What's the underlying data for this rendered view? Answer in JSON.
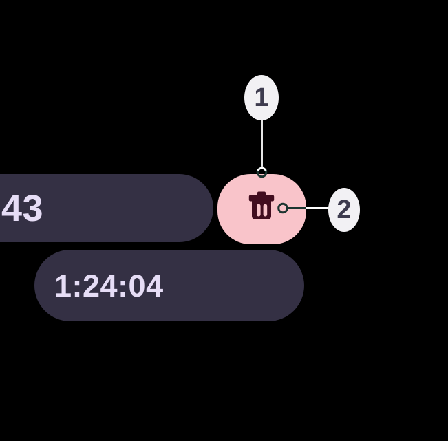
{
  "screen": {
    "background": "#000000"
  },
  "recording_controls": {
    "timer_chip_partial": {
      "text": "43"
    },
    "delete_button": {
      "icon": "trash-icon"
    },
    "timer_chip": {
      "text": "1:24:04"
    }
  },
  "callouts": [
    {
      "label": "1"
    },
    {
      "label": "2"
    }
  ],
  "colors": {
    "background": "#000000",
    "chip_background": "#343044",
    "chip_text": "#E6DDF6",
    "delete_button_background": "#F9C4CA",
    "delete_icon": "#420D1F",
    "badge_background": "#F2F1F4",
    "badge_text": "#3E3C4F",
    "leader_line_on_dark": "#FFFFFF",
    "leader_line_on_light": "#1C3530"
  }
}
